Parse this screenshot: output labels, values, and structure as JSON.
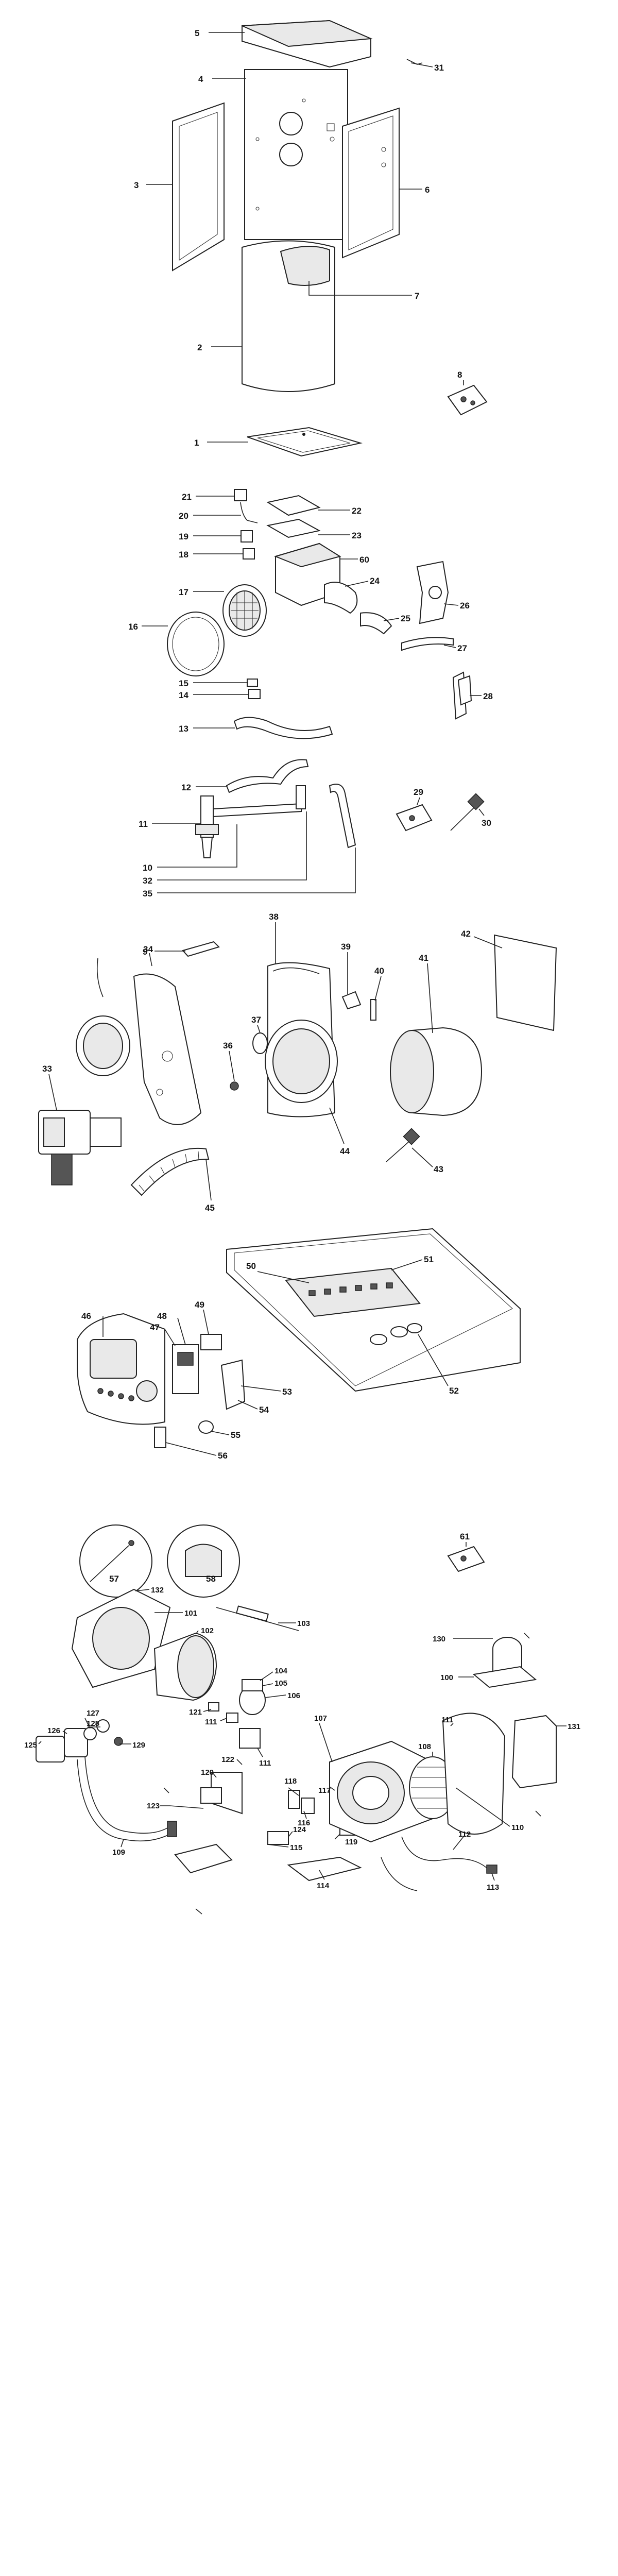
{
  "callouts": {
    "c1": "1",
    "c2": "2",
    "c3": "3",
    "c4": "4",
    "c5": "5",
    "c6": "6",
    "c7": "7",
    "c8": "8",
    "c9": "9",
    "c10": "10",
    "c11": "11",
    "c12": "12",
    "c13": "13",
    "c14": "14",
    "c15": "15",
    "c16": "16",
    "c17": "17",
    "c18": "18",
    "c19": "19",
    "c20": "20",
    "c21": "21",
    "c22": "22",
    "c23": "23",
    "c24": "24",
    "c25": "25",
    "c26": "26",
    "c27": "27",
    "c28": "28",
    "c29": "29",
    "c30": "30",
    "c31": "31",
    "c32": "32",
    "c33": "33",
    "c34": "34",
    "c35": "35",
    "c36": "36",
    "c37": "37",
    "c38": "38",
    "c39": "39",
    "c40": "40",
    "c41": "41",
    "c42": "42",
    "c43": "43",
    "c44": "44",
    "c45": "45",
    "c46": "46",
    "c47": "47",
    "c48": "48",
    "c49": "49",
    "c50": "50",
    "c51": "51",
    "c52": "52",
    "c53": "53",
    "c54": "54",
    "c55": "55",
    "c56": "56",
    "c57": "57",
    "c58": "58",
    "c60": "60",
    "c61": "61",
    "c100": "100",
    "c101": "101",
    "c102": "102",
    "c103": "103",
    "c104": "104",
    "c105": "105",
    "c106": "106",
    "c107": "107",
    "c108": "108",
    "c109": "109",
    "c110": "110",
    "c111a": "111",
    "c111b": "111",
    "c111c": "111",
    "c112": "112",
    "c113": "113",
    "c114": "114",
    "c115": "115",
    "c116": "116",
    "c117": "117",
    "c118": "118",
    "c119": "119",
    "c120": "120",
    "c121": "121",
    "c122": "122",
    "c123": "123",
    "c124": "124",
    "c125": "125",
    "c126": "126",
    "c127": "127",
    "c128": "128",
    "c129": "129",
    "c130": "130",
    "c131": "131",
    "c132": "132"
  }
}
